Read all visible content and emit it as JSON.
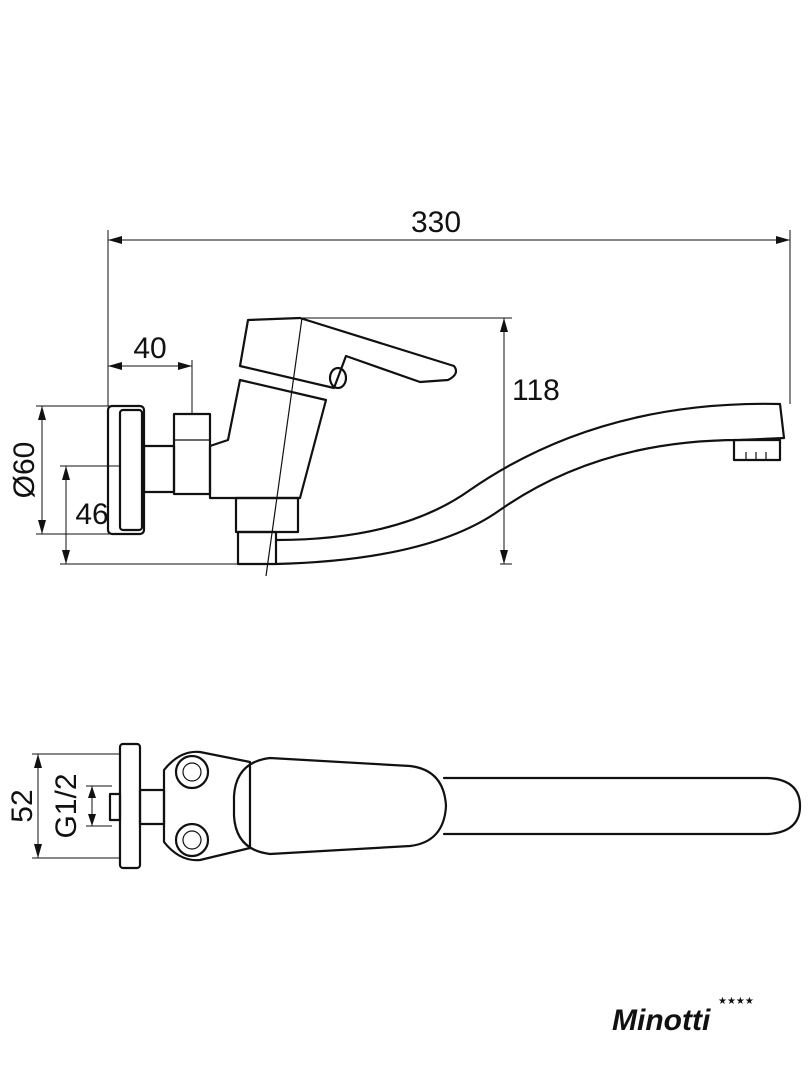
{
  "dimensions": {
    "total_length": "330",
    "wall_offset": "40",
    "height": "118",
    "flange_diameter": "Ø60",
    "outlet_height": "46",
    "body_width": "52",
    "thread": "G1/2"
  },
  "brand": {
    "name": "Minotti",
    "stars": "★★★★"
  }
}
